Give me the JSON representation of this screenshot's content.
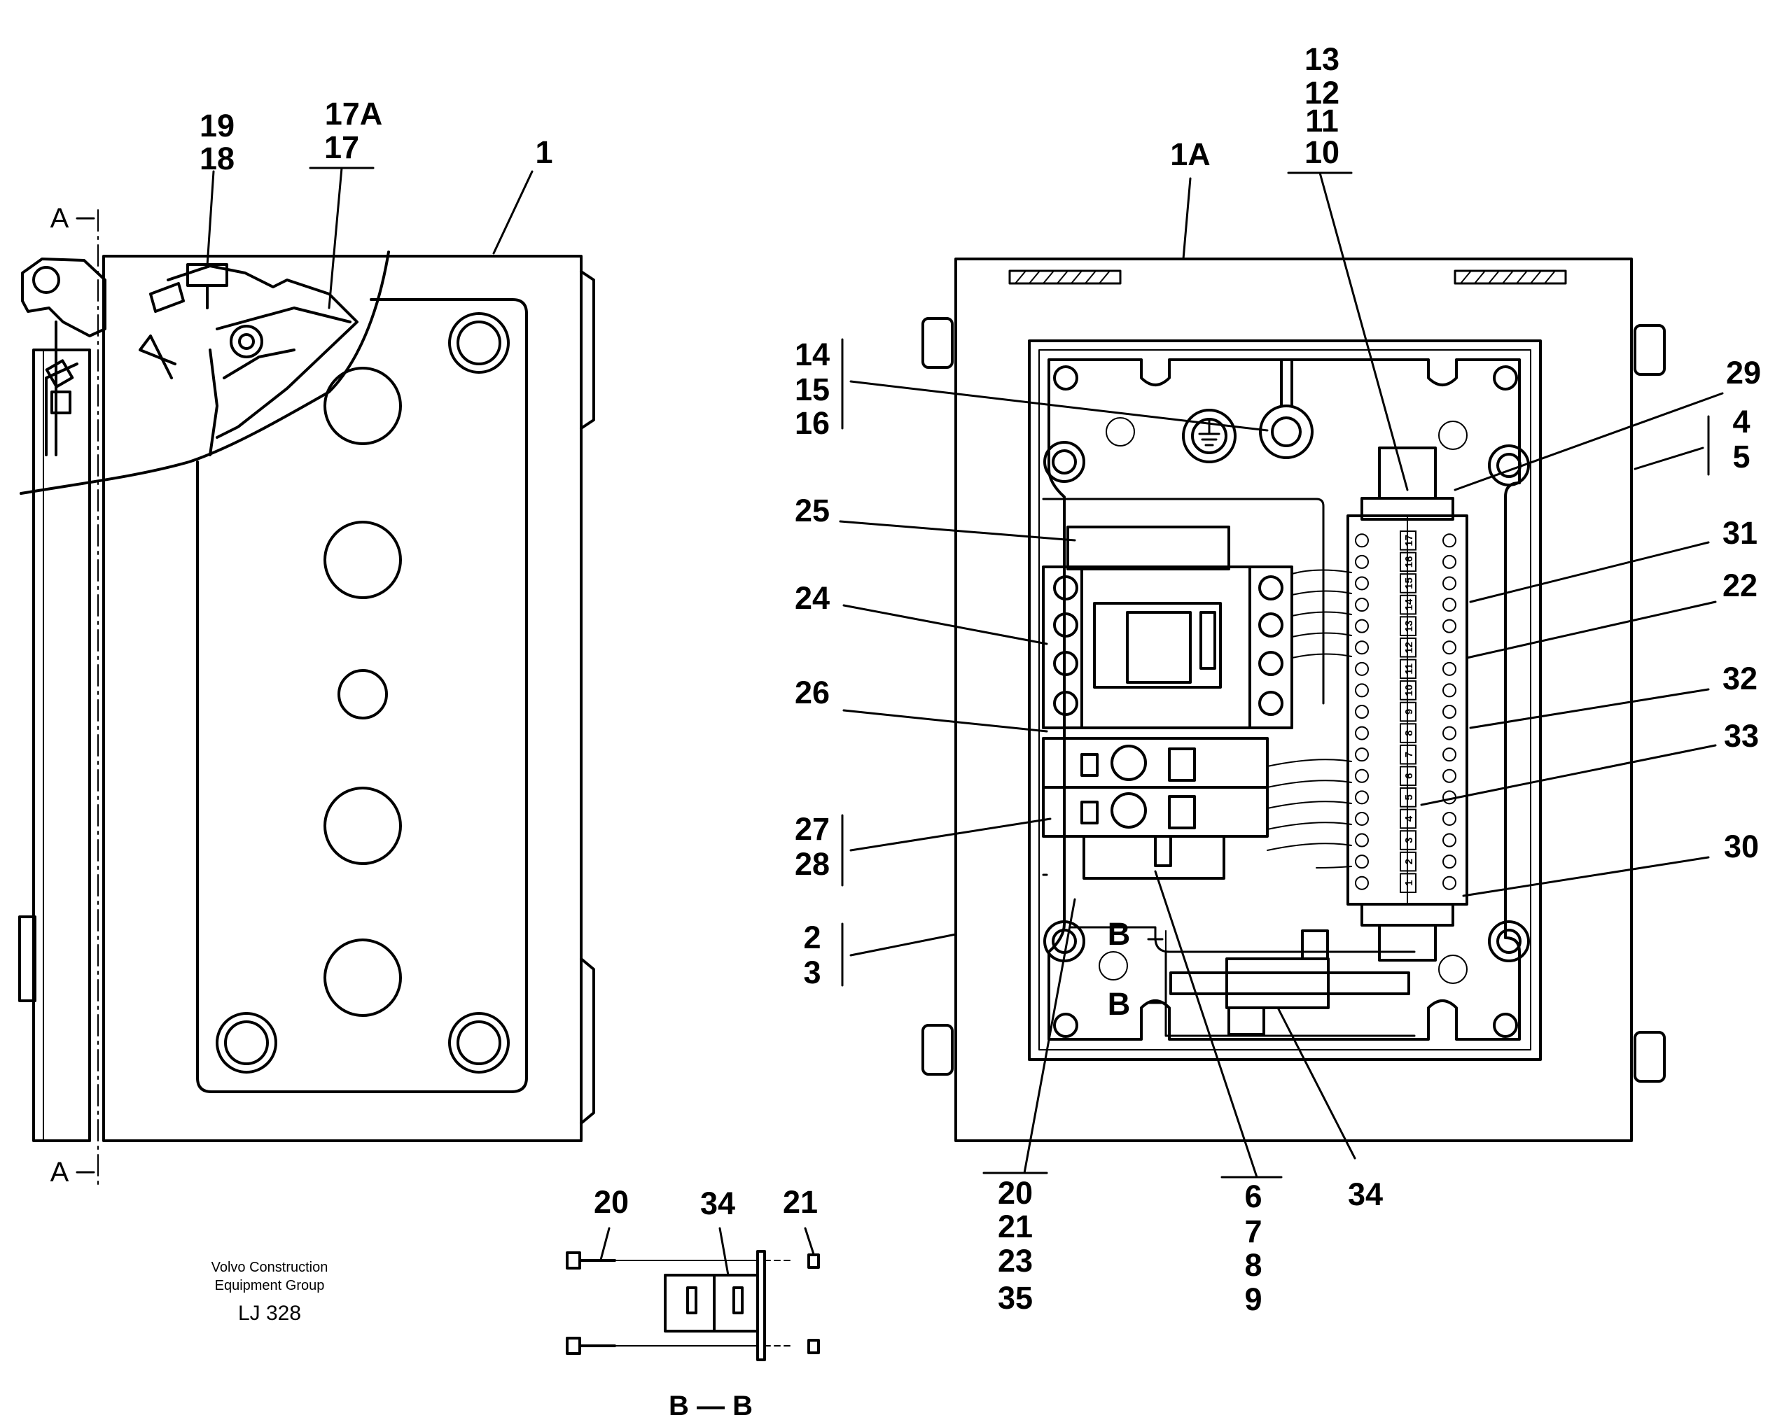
{
  "publisher": {
    "line1": "Volvo Construction",
    "line2": "Equipment Group",
    "code": "LJ 328"
  },
  "section_markers": {
    "a_top": "A",
    "a_bottom": "A",
    "b_top": "B",
    "b_bottom": "B",
    "bb_caption": "B — B"
  },
  "callouts": {
    "c1": "1",
    "c1a": "1A",
    "c19": "19",
    "c18": "18",
    "c17a": "17A",
    "c17": "17",
    "c13": "13",
    "c12": "12",
    "c11": "11",
    "c10": "10",
    "c14": "14",
    "c15": "15",
    "c16": "16",
    "c29": "29",
    "c4": "4",
    "c5": "5",
    "c25": "25",
    "c31": "31",
    "c24": "24",
    "c22": "22",
    "c26": "26",
    "c32": "32",
    "c33": "33",
    "c27": "27",
    "c28": "28",
    "c30": "30",
    "c2": "2",
    "c3": "3",
    "c20": "20",
    "c21": "21",
    "c23": "23",
    "c35": "35",
    "c6": "6",
    "c7": "7",
    "c8": "8",
    "c9": "9",
    "c34": "34",
    "bb20": "20",
    "bb34": "34",
    "bb21": "21"
  },
  "terminal_numbers": [
    "1",
    "2",
    "3",
    "4",
    "5",
    "6",
    "7",
    "8",
    "9",
    "10",
    "11",
    "12",
    "13",
    "14",
    "15",
    "16",
    "17"
  ]
}
